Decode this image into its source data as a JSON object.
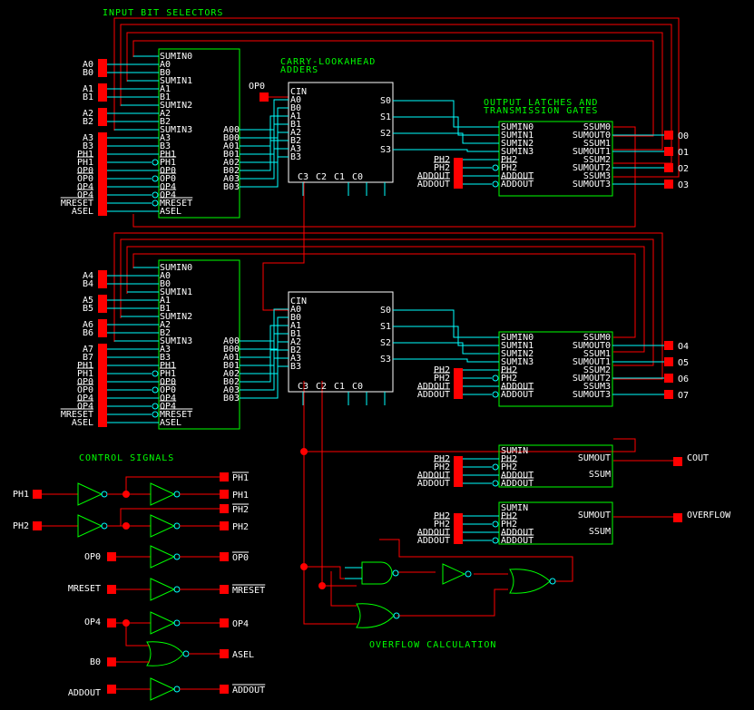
{
  "titles": {
    "input_bit_selectors": "INPUT BIT SELECTORS",
    "cla_line1": "CARRY-LOOKAHEAD",
    "cla_line2": "ADDERS",
    "latch_line1": "OUTPUT LATCHES AND",
    "latch_line2": "TRANSMISSION GATES",
    "control_signals": "CONTROL SIGNALS",
    "overflow_calc": "OVERFLOW CALCULATION"
  },
  "input_labels_top": [
    "A0",
    "B0",
    "A1",
    "B1",
    "A2",
    "B2",
    "A3",
    "B3",
    "PH1",
    "PH1",
    "OP0",
    "OP0",
    "OP4",
    "OP4",
    "MRESET",
    "ASEL"
  ],
  "input_labels_bottom": [
    "A4",
    "B4",
    "A5",
    "B5",
    "A6",
    "B6",
    "A7",
    "B7",
    "PH1",
    "PH1",
    "OP0",
    "OP0",
    "OP4",
    "OP4",
    "MRESET",
    "ASEL"
  ],
  "selector_in_pins": [
    "SUMIN0",
    "A0",
    "B0",
    "SUMIN1",
    "A1",
    "B1",
    "SUMIN2",
    "A2",
    "B2",
    "SUMIN3",
    "A3",
    "B3",
    "PH1",
    "PH1",
    "OP0",
    "OP0",
    "OP4",
    "OP4",
    "MRESET",
    "ASEL"
  ],
  "selector_out_pins": [
    "A00",
    "B00",
    "A01",
    "B01",
    "A02",
    "B02",
    "A03",
    "B03"
  ],
  "op0_top_label": "OP0",
  "adder_in_pins": [
    "CIN",
    "A0",
    "B0",
    "A1",
    "B1",
    "A2",
    "B2",
    "A3",
    "B3"
  ],
  "adder_out_pins": [
    "S0",
    "S1",
    "S2",
    "S3"
  ],
  "adder_carry_pins": [
    "C3",
    "C2",
    "C1",
    "C0"
  ],
  "latch_in_pins": [
    "SUMIN0",
    "SUMIN1",
    "SUMIN2",
    "SUMIN3",
    "PH2",
    "PH2",
    "ADDOUT",
    "ADDOUT"
  ],
  "latch_out_pins": [
    "SSUM0",
    "SUMOUT0",
    "SSUM1",
    "SUMOUT1",
    "SSUM2",
    "SUMOUT2",
    "SSUM3",
    "SUMOUT3"
  ],
  "latch_ext_labels": [
    "PH2",
    "PH2",
    "ADDOUT",
    "ADDOUT"
  ],
  "outputs_top": [
    "O0",
    "O1",
    "O2",
    "O3"
  ],
  "outputs_bottom": [
    "O4",
    "O5",
    "O6",
    "O7"
  ],
  "single_latch_in_pins": [
    "SUMIN",
    "PH2",
    "PH2",
    "ADDOUT",
    "ADDOUT"
  ],
  "single_latch_out_pins": [
    "SUMOUT",
    "SSUM"
  ],
  "cout_label": "COUT",
  "overflow_label": "OVERFLOW",
  "control": {
    "ph1_in": "PH1",
    "ph1_bar_out": "PH1",
    "ph1_out": "PH1",
    "ph2_in": "PH2",
    "ph2_bar_out": "PH2",
    "ph2_out": "PH2",
    "op0_in": "OP0",
    "op0_bar_out": "OP0",
    "mreset_in": "MRESET",
    "mreset_bar_out": "MRESET",
    "op4_in": "OP4",
    "op4_out": "OP4",
    "b0_in": "B0",
    "asel_out": "ASEL",
    "addout_in": "ADDOUT",
    "addout_bar_out": "ADDOUT"
  }
}
